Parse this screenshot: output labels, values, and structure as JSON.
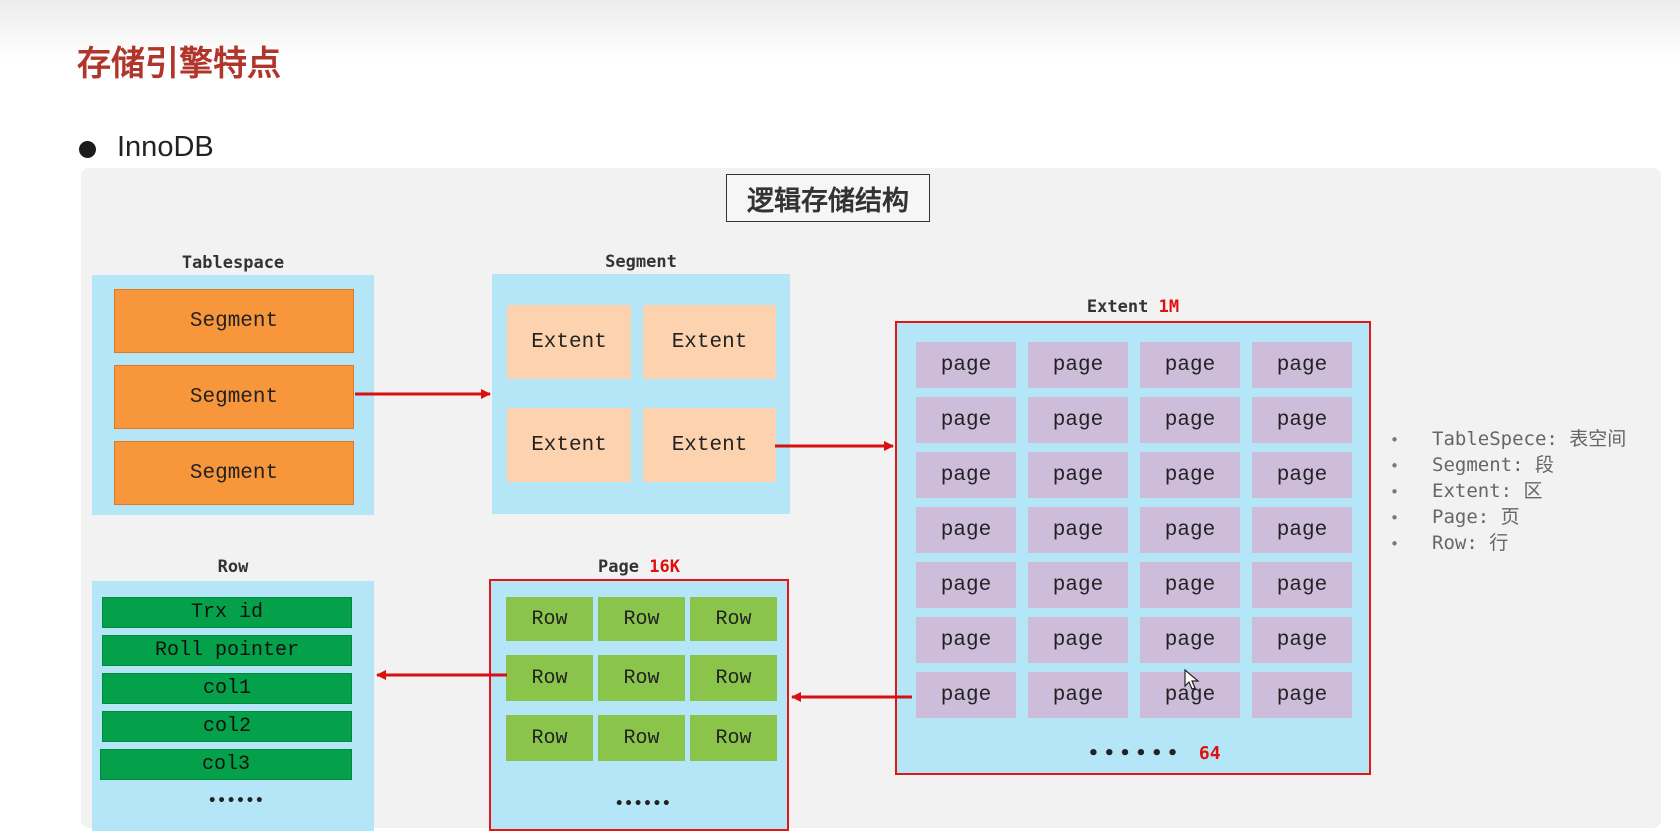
{
  "slide": {
    "title": "存储引擎特点",
    "bullet": "InnoDB"
  },
  "diagram": {
    "title": "逻辑存储结构",
    "tablespace": {
      "label": "Tablespace",
      "segments": [
        "Segment",
        "Segment",
        "Segment"
      ]
    },
    "segment": {
      "label": "Segment",
      "extents": [
        "Extent",
        "Extent",
        "Extent",
        "Extent"
      ]
    },
    "extent": {
      "label": "Extent",
      "size": "1M",
      "page_label": "page",
      "rows": 7,
      "cols": 4,
      "dots": "••••••",
      "count": "64"
    },
    "page": {
      "label": "Page",
      "size": "16K",
      "row_label": "Row",
      "rows": 3,
      "cols": 3,
      "dots": "••••••"
    },
    "row": {
      "label": "Row",
      "fields": [
        "Trx id",
        "Roll pointer",
        "col1",
        "col2",
        "col3"
      ],
      "dots": "••••••"
    }
  },
  "legend": [
    "TableSpece: 表空间",
    "Segment: 段",
    "Extent: 区",
    "Page: 页",
    "Row: 行"
  ],
  "colors": {
    "title": "#b0352a",
    "accent_red": "#e01818",
    "container_blue": "#b5e6f7",
    "segment_orange": "#f8963c",
    "extent_peach": "#fcd3ae",
    "page_lavender": "#cdbddb",
    "row_green": "#8ac44a",
    "field_green": "#04a04a"
  },
  "icons": {
    "bullet": "bullet-dot-icon",
    "cursor": "mouse-cursor-icon"
  }
}
